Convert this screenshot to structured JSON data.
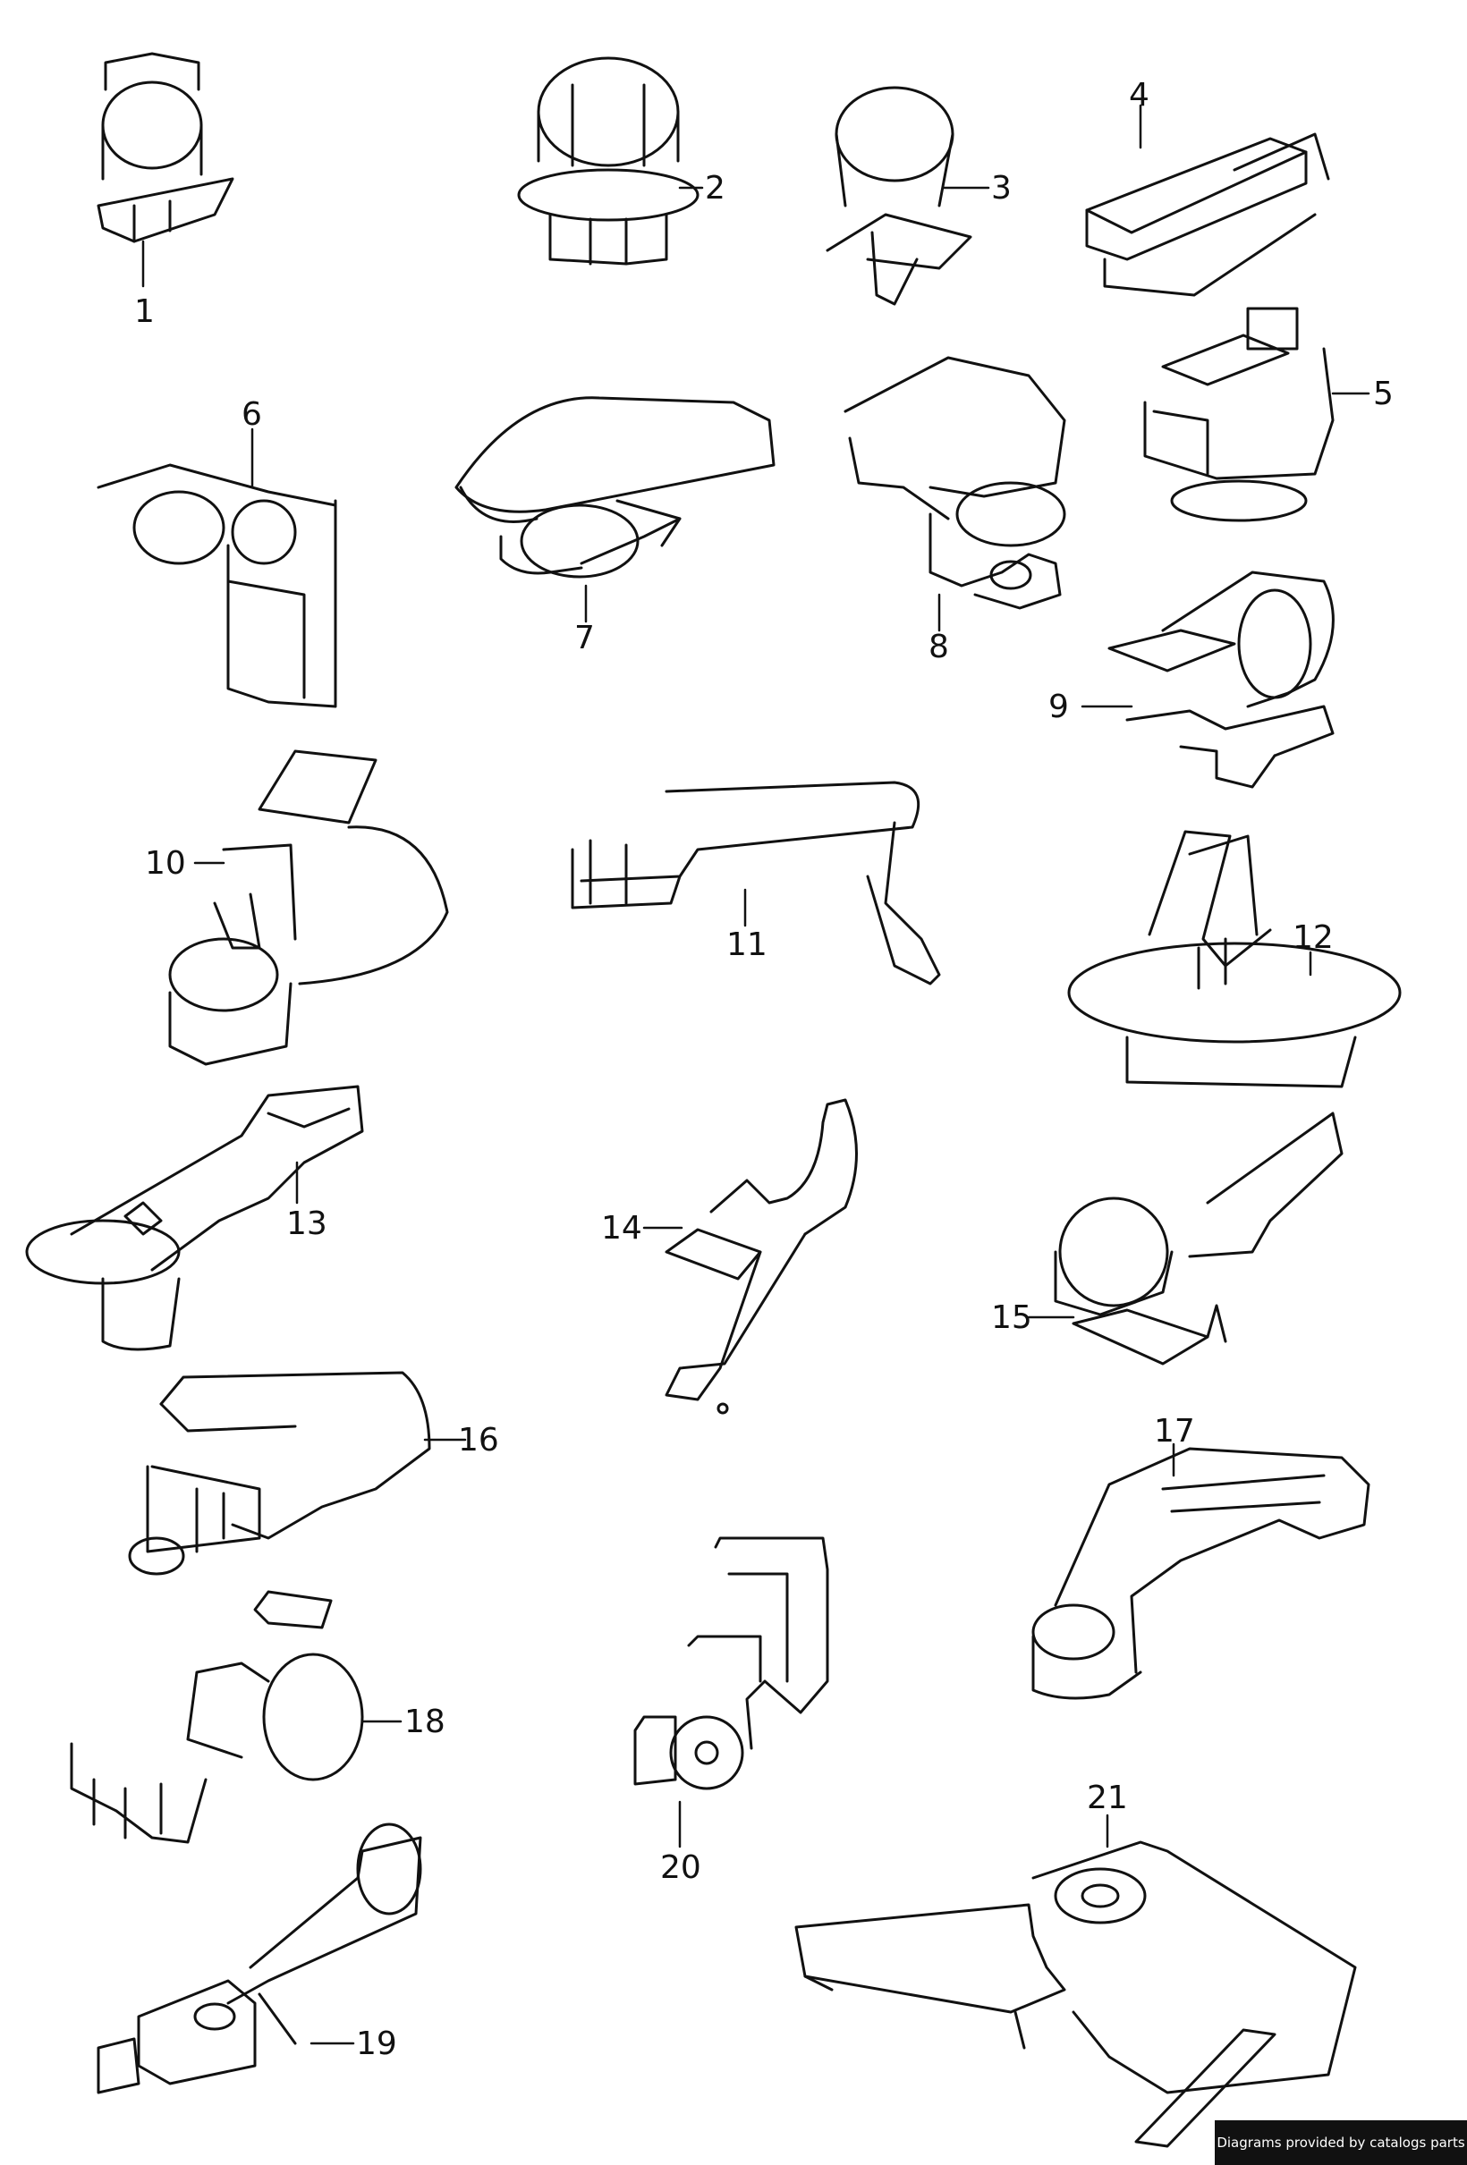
{
  "callouts": [
    "1",
    "2",
    "3",
    "4",
    "5",
    "6",
    "7",
    "8",
    "9",
    "10",
    "11",
    "12",
    "13",
    "14",
    "15",
    "16",
    "17",
    "18",
    "19",
    "20",
    "21"
  ],
  "credit": "Diagrams provided by catalogs parts"
}
